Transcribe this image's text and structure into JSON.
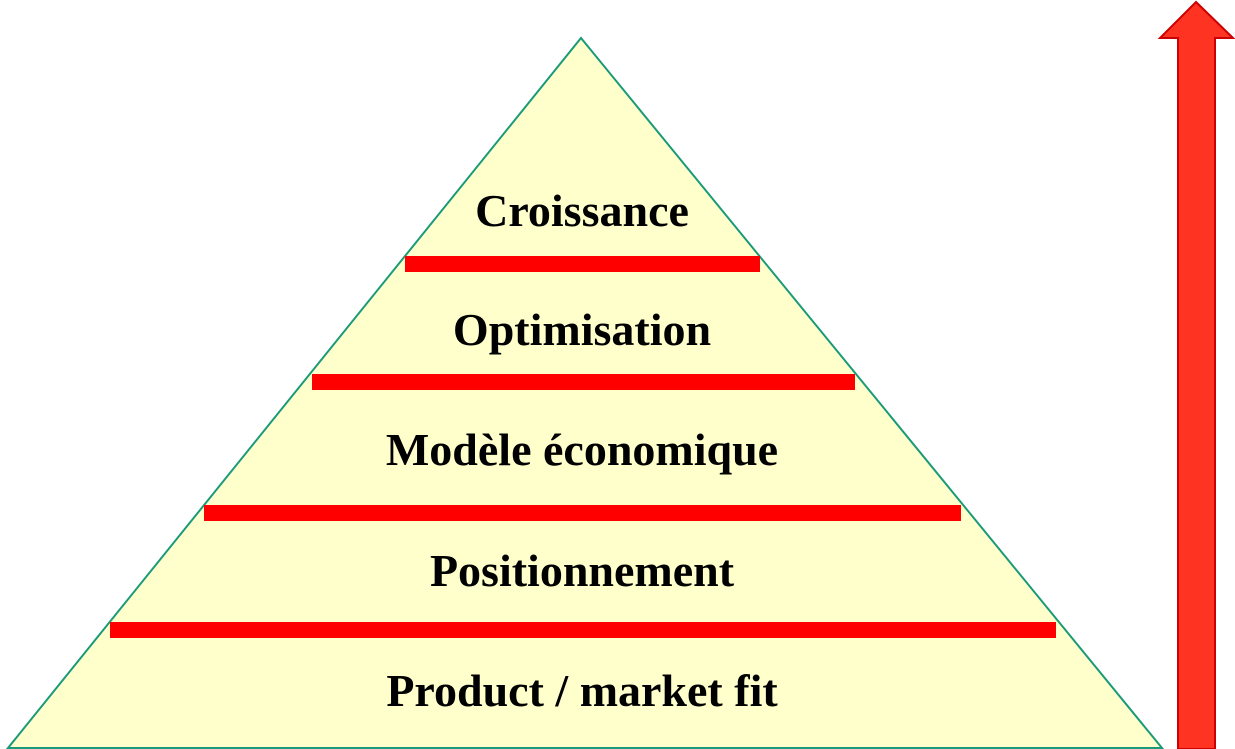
{
  "pyramid": {
    "fill_color": "#FFFFCC",
    "outline_color": "#1A9A7A",
    "divider_color": "#FF0000",
    "levels": [
      {
        "label": "Croissance"
      },
      {
        "label": "Optimisation"
      },
      {
        "label": "Modèle économique"
      },
      {
        "label": "Positionnement"
      },
      {
        "label": "Product / market fit"
      }
    ]
  },
  "progress_arrow": {
    "direction": "up",
    "fill_color": "#FF3322",
    "outline_color": "#CC0000",
    "icon": "arrow-up-icon"
  }
}
